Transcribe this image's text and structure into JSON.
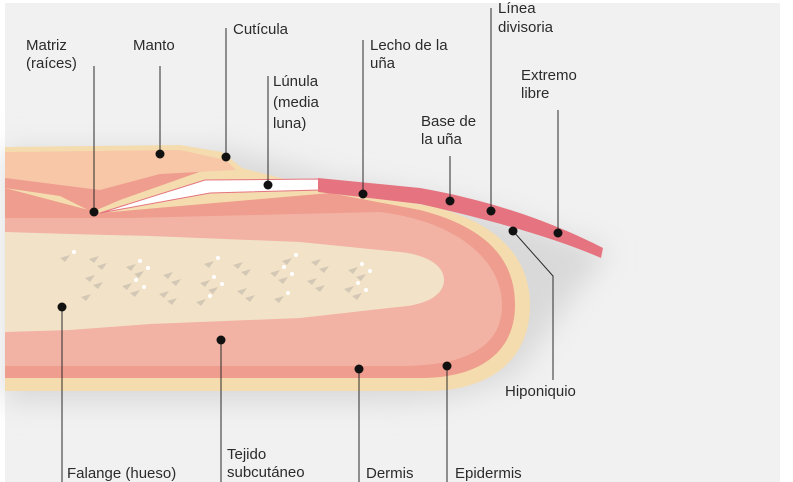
{
  "labels": {
    "matriz": [
      "Matriz",
      "(raíces)"
    ],
    "manto": [
      "Manto"
    ],
    "cuticula": [
      "Cutícula"
    ],
    "lunula": [
      "Lúnula",
      "(media",
      "luna)"
    ],
    "lecho": [
      "Lecho de la",
      "uña"
    ],
    "linea": [
      "Línea",
      "divisoria"
    ],
    "base": [
      "Base de",
      "la uña"
    ],
    "extremo": [
      "Extremo",
      "libre"
    ],
    "hiponiquio": [
      "Hiponiquio"
    ],
    "falange": [
      "Falange (hueso)"
    ],
    "tejido": [
      "Tejido",
      "subcutáneo"
    ],
    "dermis": [
      "Dermis"
    ],
    "epidermis": [
      "Epidermis"
    ]
  },
  "colors": {
    "background": "#f1f1f1",
    "epidermis": "#f4dcae",
    "dermis": "#ee9d8e",
    "subcutaneous": "#f2b3a5",
    "bone": "#f2e3c8",
    "nail_plate": "#e57480",
    "lunula": "#ffffff",
    "text": "#2b2b2b"
  }
}
